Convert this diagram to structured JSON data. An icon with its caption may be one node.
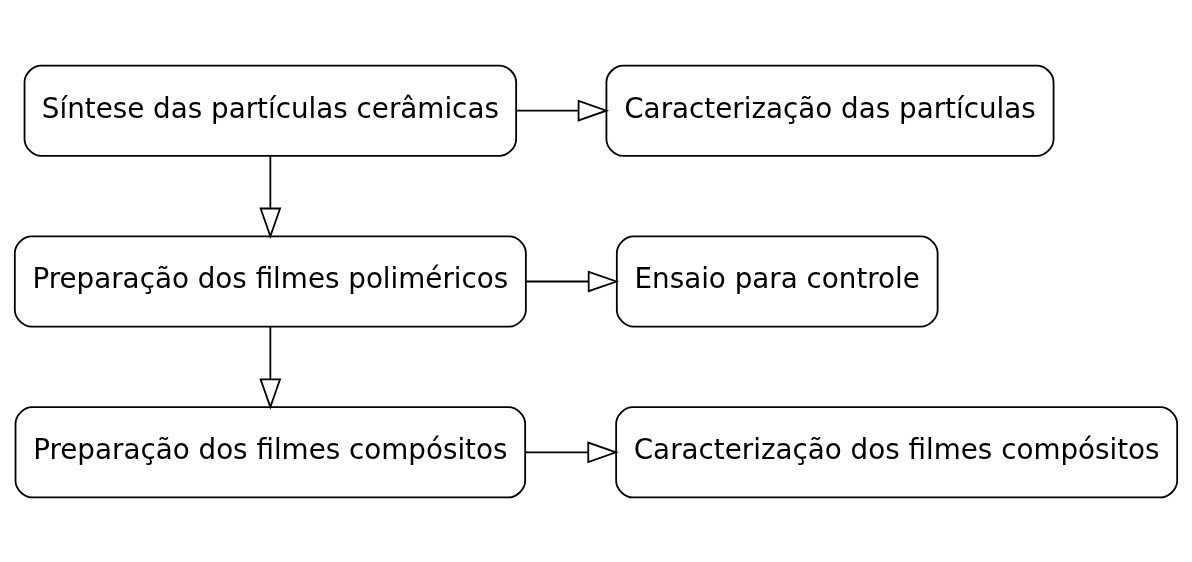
{
  "diagram": {
    "nodes": [
      {
        "text": [
          "Síntese das partículas cerâmicas"
        ]
      },
      {
        "text": [
          "Caracterização das partículas"
        ]
      },
      {
        "text": [
          "Preparação dos filmes poliméricos"
        ]
      },
      {
        "text": [
          "Ensaio para controle"
        ]
      },
      {
        "text": [
          "Preparação dos filmes compósitos"
        ]
      },
      {
        "text": [
          "Caracterização dos filmes compósitos"
        ]
      }
    ],
    "edges": [
      {
        "from": 0,
        "to": 1,
        "arrow": "to"
      },
      {
        "from": 0,
        "to": 2,
        "arrow": "to"
      },
      {
        "from": 2,
        "to": 3,
        "arrow": "to"
      },
      {
        "from": 2,
        "to": 4,
        "arrow": "to"
      },
      {
        "from": 4,
        "to": 5,
        "arrow": "to"
      }
    ]
  }
}
